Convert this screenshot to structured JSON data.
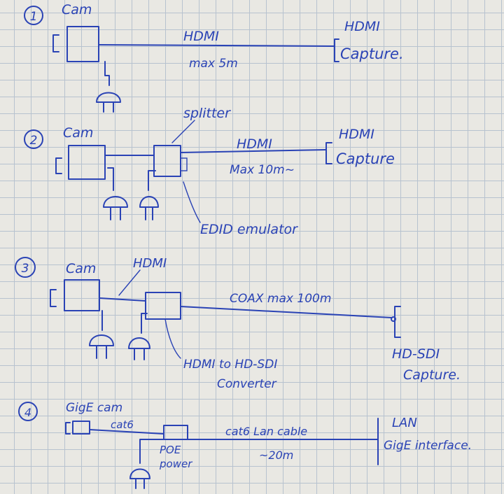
{
  "section1": {
    "number": "1",
    "camera": "Cam",
    "cable_top": "HDMI",
    "cable_bottom": "max 5m",
    "capture_top": "HDMI",
    "capture_bottom": "Capture."
  },
  "section2": {
    "number": "2",
    "camera": "Cam",
    "splitter": "splitter",
    "cable_top": "HDMI",
    "cable_bottom": "Max 10m~",
    "capture_top": "HDMI",
    "capture_bottom": "Capture",
    "emulator": "EDID emulator"
  },
  "section3": {
    "number": "3",
    "camera": "Cam",
    "hdmi": "HDMI",
    "coax": "COAX max 100m",
    "converter_line1": "HDMI to HD-SDI",
    "converter_line2": "Converter",
    "capture_top": "HD-SDI",
    "capture_bottom": "Capture."
  },
  "section4": {
    "number": "4",
    "camera": "GigE cam",
    "cat6": "cat6",
    "lan_cable": "cat6 Lan cable",
    "length": "~20m",
    "poe_line1": "POE",
    "poe_line2": "power",
    "lan": "LAN",
    "interface": "GigE interface."
  }
}
